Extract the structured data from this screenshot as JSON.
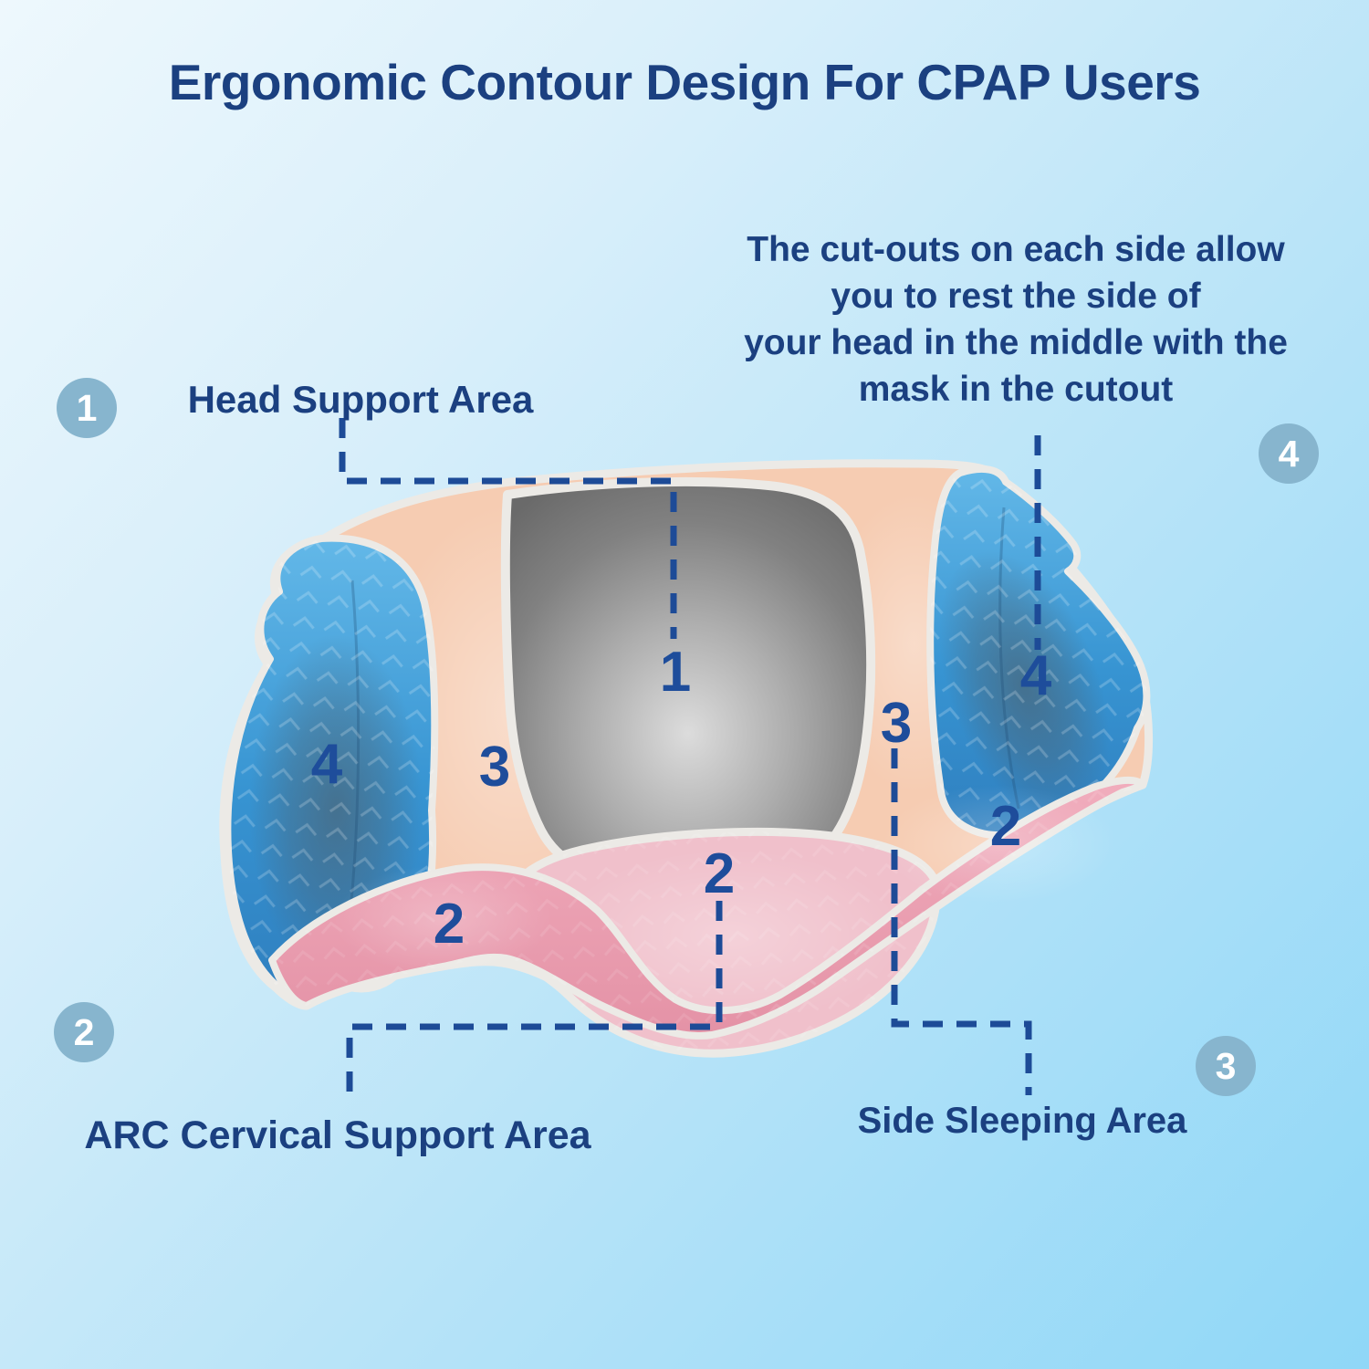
{
  "title": "Ergonomic Contour Design For CPAP Users",
  "annotation": {
    "lines": [
      "The cut-outs on each side allow",
      "you to rest the side of",
      "your head in the middle with the",
      "mask in the cutout"
    ]
  },
  "labels": {
    "head_support": "Head Support Area",
    "arc_cervical": "ARC Cervical Support Area",
    "side_sleeping": "Side Sleeping Area"
  },
  "zone_markers": {
    "head": "1",
    "cervical": "2",
    "side": "3",
    "cutout": "4"
  },
  "colors": {
    "accent-navy": "#1b4080",
    "dash-blue": "#1d4b97",
    "number-blue": "#1e4d9b",
    "badge-bg": "#87b5ce",
    "badge-text": "#ffffff",
    "pillow-peach": "#f6ccb2",
    "pillow-pink": "#eb9fb1",
    "pillow-seat": "#f0c0cb",
    "pillow-blue": "#3b97d4",
    "pillow-gray": "#6e6e6e",
    "piping": "#eceae6"
  }
}
